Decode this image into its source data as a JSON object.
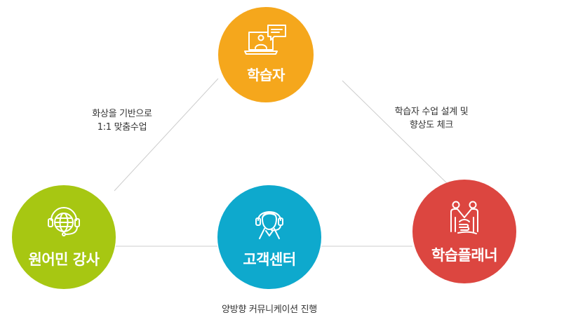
{
  "nodes": {
    "learner": {
      "label": "학습자",
      "icon": "video-chat-laptop-icon",
      "color": "#f5a71c"
    },
    "teacher": {
      "label": "원어민 강사",
      "icon": "globe-headset-icon",
      "color": "#a7c712"
    },
    "center": {
      "label": "고객센터",
      "icon": "headset-agent-icon",
      "color": "#0ea9cd"
    },
    "planner": {
      "label": "학습플래너",
      "icon": "handshake-people-icon",
      "color": "#dc4640"
    }
  },
  "captions": {
    "left": {
      "line1": "화상을 기반으로",
      "line2": "1:1 맞춤수업"
    },
    "right": {
      "line1": "학습자 수업 설계 및",
      "line2": "향상도 체크"
    },
    "bottom": {
      "line1": "양방향 커뮤니케이션 진행"
    }
  },
  "colors": {
    "connector": "#cccccc"
  }
}
